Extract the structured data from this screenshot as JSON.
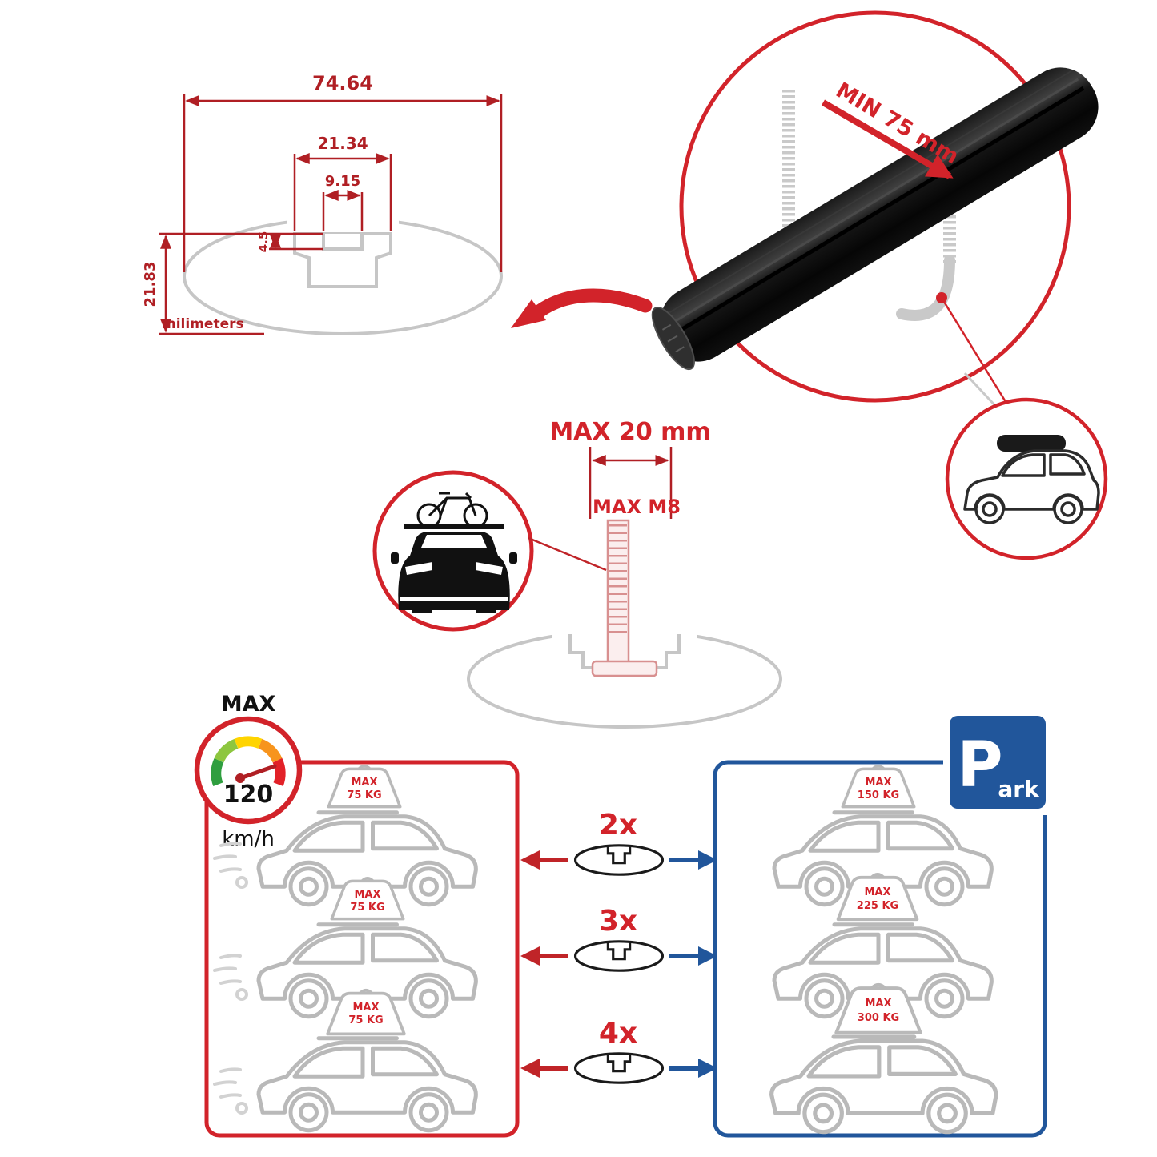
{
  "colors": {
    "red": "#d2232a",
    "dim_red": "#b01f24",
    "blue": "#21569b",
    "grey": "#c6c6c6",
    "black": "#141414"
  },
  "profile_dimensions": {
    "total_width": "74.64",
    "channel_outer_width": "21.34",
    "slot_width": "9.15",
    "slot_depth": "4.5",
    "profile_height": "21.83",
    "units": "milimeters"
  },
  "clamp_detail": {
    "min_grip": "MIN 75 mm"
  },
  "bolt_detail": {
    "max_length": "MAX 20 mm",
    "max_thread": "MAX M8"
  },
  "speed_gauge": {
    "title": "MAX",
    "value": "120",
    "units": "km/h"
  },
  "dynamic_cars": [
    {
      "cargo_label": "MAX",
      "cargo_value": "75 KG"
    },
    {
      "cargo_label": "MAX",
      "cargo_value": "75 KG"
    },
    {
      "cargo_label": "MAX",
      "cargo_value": "75 KG"
    }
  ],
  "quantity_rows": [
    {
      "label": "2x"
    },
    {
      "label": "3x"
    },
    {
      "label": "4x"
    }
  ],
  "parked_cars": [
    {
      "cargo_label": "MAX",
      "cargo_value": "150 KG"
    },
    {
      "cargo_label": "MAX",
      "cargo_value": "225 KG"
    },
    {
      "cargo_label": "MAX",
      "cargo_value": "300 KG"
    }
  ],
  "park_sign": {
    "letter": "P",
    "rest": "ark"
  }
}
